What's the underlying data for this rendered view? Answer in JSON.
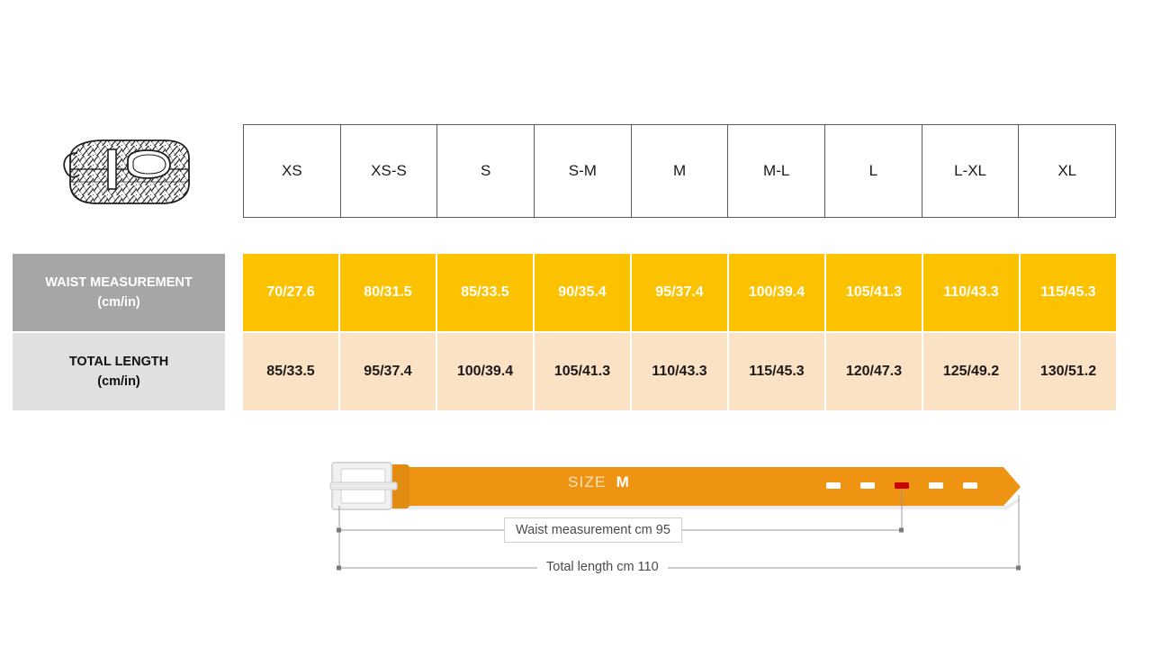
{
  "product_icon": {
    "name": "woven-belt-icon",
    "alt": "braided belt coil line drawing"
  },
  "chart_data": {
    "type": "table",
    "title": "Belt size chart",
    "categories": [
      "XS",
      "XS-S",
      "S",
      "S-M",
      "M",
      "M-L",
      "L",
      "L-XL",
      "XL"
    ],
    "series": [
      {
        "name": "WAIST MEASUREMENT (cm/in)",
        "label_line1": "WAIST MEASUREMENT",
        "label_line2": "(cm/in)",
        "values": [
          "70/27.6",
          "80/31.5",
          "85/33.5",
          "90/35.4",
          "95/37.4",
          "100/39.4",
          "105/41.3",
          "110/43.3",
          "115/45.3"
        ],
        "cm": [
          70,
          80,
          85,
          90,
          95,
          100,
          105,
          110,
          115
        ],
        "inch": [
          27.6,
          31.5,
          33.5,
          35.4,
          37.4,
          39.4,
          41.3,
          43.3,
          45.3
        ],
        "bg": "#fcc200",
        "fg": "#ffffff"
      },
      {
        "name": "TOTAL LENGTH (cm/in)",
        "label_line1": "TOTAL LENGTH",
        "label_line2": "(cm/in)",
        "values": [
          "85/33.5",
          "95/37.4",
          "100/39.4",
          "105/41.3",
          "110/43.3",
          "115/45.3",
          "120/47.3",
          "125/49.2",
          "130/51.2"
        ],
        "cm": [
          85,
          95,
          100,
          105,
          110,
          115,
          120,
          125,
          130
        ],
        "inch": [
          33.5,
          37.4,
          39.4,
          41.3,
          43.3,
          45.3,
          47.3,
          49.2,
          51.2
        ],
        "bg": "#fce2c4",
        "fg": "#1a1a1a"
      }
    ]
  },
  "diagram": {
    "size_word": "SIZE",
    "size_value": "M",
    "waist_dimension": "Waist measurement cm 95",
    "total_dimension": "Total length cm 110",
    "holes_total": 5,
    "highlighted_hole_index": 3,
    "colors": {
      "belt": "#ef9312",
      "buckle": "#e8e8e8",
      "highlight_hole": "#cc0000",
      "hole": "#ffffff",
      "dimension_line": "#9a9a9a"
    }
  },
  "colors": {
    "header_border": "#595959",
    "waist_label_bg": "#a6a6a6",
    "length_label_bg": "#e0e0e0",
    "amber": "#fcc200",
    "peach": "#fce2c4",
    "page_bg": "#ffffff"
  }
}
